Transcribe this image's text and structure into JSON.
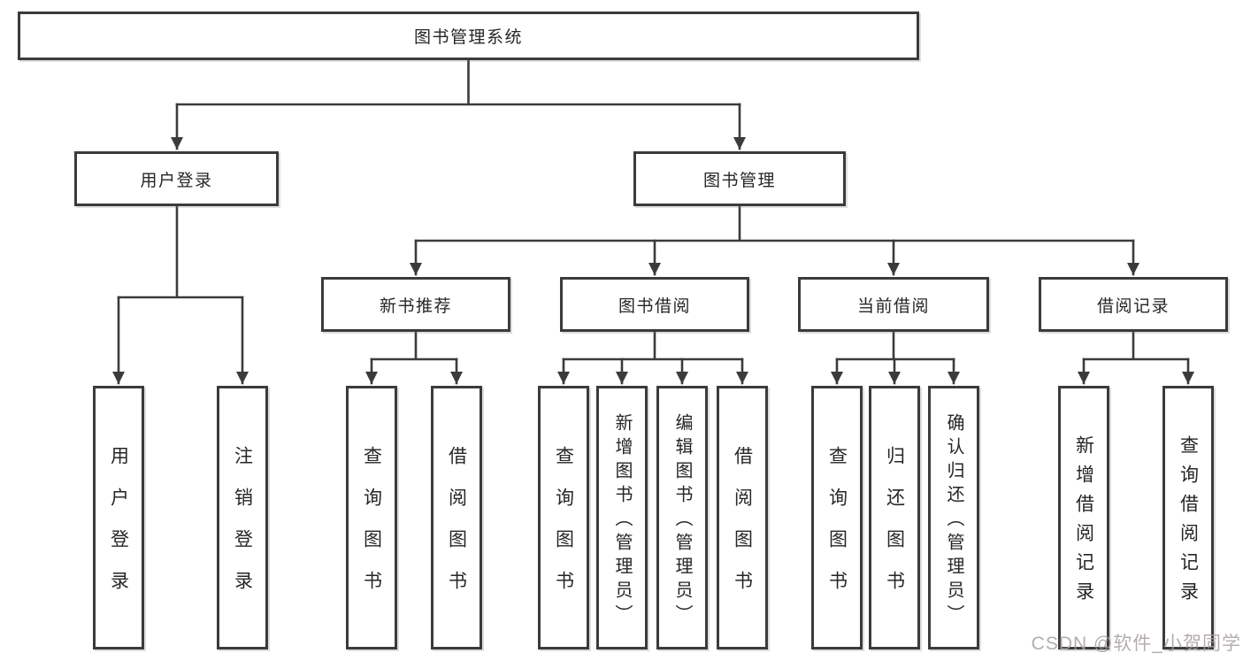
{
  "colors": {
    "line": "#3b3b3b",
    "text": "#262626",
    "watermark": "#a89f9f",
    "canvas_bg": "#ffffff"
  },
  "tree": {
    "label": "图书管理系统",
    "children": [
      {
        "label": "用户登录",
        "children": [
          {
            "label": "用户登录"
          },
          {
            "label": "注销登录"
          }
        ]
      },
      {
        "label": "图书管理",
        "children": [
          {
            "label": "新书推荐",
            "children": [
              {
                "label": "查询图书"
              },
              {
                "label": "借阅图书"
              }
            ]
          },
          {
            "label": "图书借阅",
            "children": [
              {
                "label": "查询图书"
              },
              {
                "label": "新增图书（管理员）"
              },
              {
                "label": "编辑图书（管理员）"
              },
              {
                "label": "借阅图书"
              }
            ]
          },
          {
            "label": "当前借阅",
            "children": [
              {
                "label": "查询图书"
              },
              {
                "label": "归还图书"
              },
              {
                "label": "确认归还（管理员）"
              }
            ]
          },
          {
            "label": "借阅记录",
            "children": [
              {
                "label": "新增借阅记录"
              },
              {
                "label": "查询借阅记录"
              }
            ]
          }
        ]
      }
    ]
  },
  "watermark": {
    "text": "CSDN @软件_小贺同学"
  }
}
